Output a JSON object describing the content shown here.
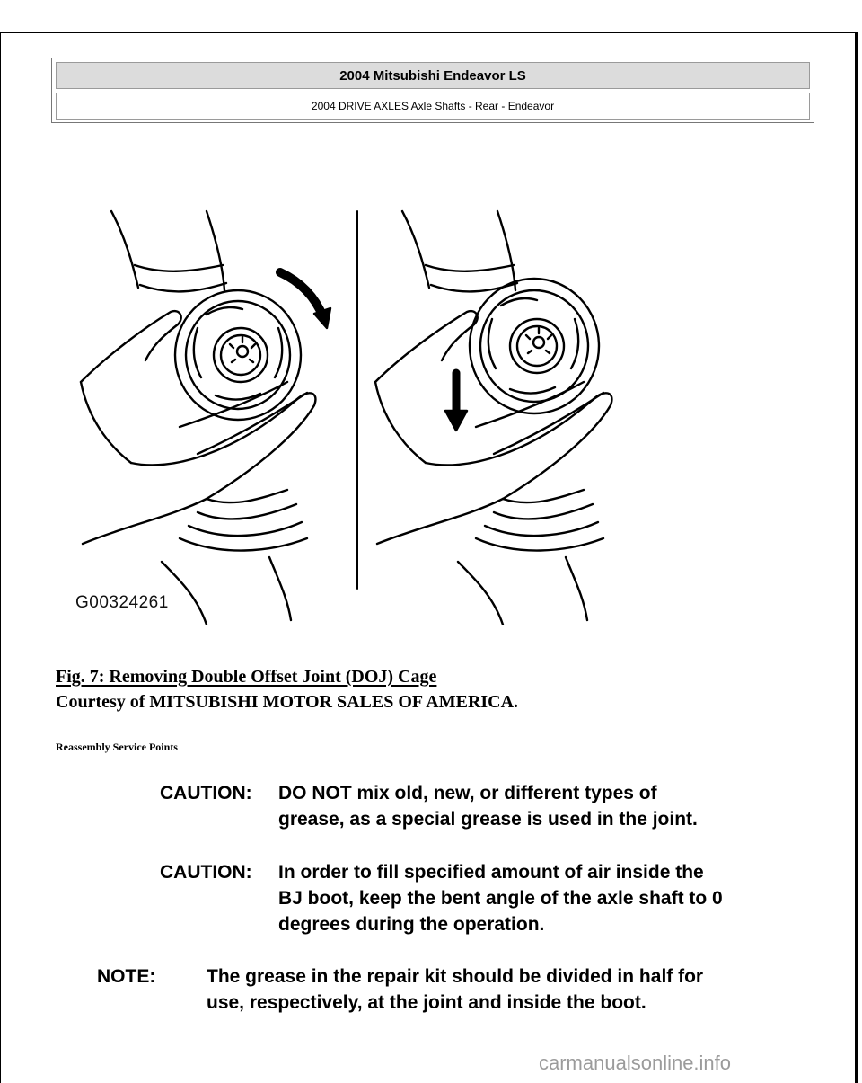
{
  "header": {
    "title": "2004 Mitsubishi Endeavor LS",
    "subtitle": "2004 DRIVE AXLES Axle Shafts - Rear - Endeavor"
  },
  "figure": {
    "code": "G00324261"
  },
  "caption": {
    "title": "Fig. 7: Removing Double Offset Joint (DOJ) Cage",
    "courtesy": "Courtesy of MITSUBISHI MOTOR SALES OF AMERICA."
  },
  "section_title": "Reassembly Service Points",
  "notices": [
    {
      "label": "CAUTION:",
      "lines": [
        "DO NOT mix old, new, or different types of",
        "grease, as a special grease is used in the joint."
      ]
    },
    {
      "label": "CAUTION:",
      "lines": [
        "In order to fill specified amount of air inside the",
        "BJ boot, keep the bent angle of the axle shaft to 0",
        "degrees during the operation."
      ]
    },
    {
      "label": "NOTE:",
      "lines": [
        "The grease in the repair kit should be divided in half for",
        "use, respectively, at the joint and inside the boot."
      ]
    }
  ],
  "watermark": "carmanualsonline.info"
}
